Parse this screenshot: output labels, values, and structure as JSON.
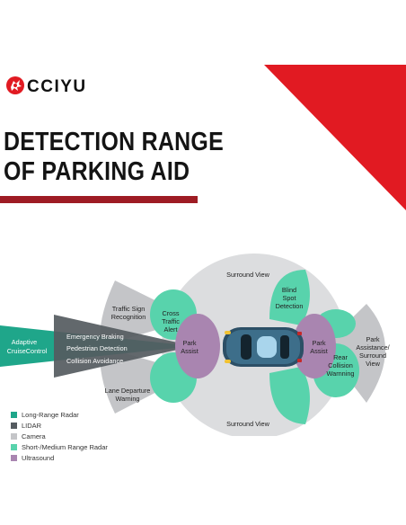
{
  "brand": {
    "name": "CCIYU"
  },
  "title": {
    "line1": "DETECTION RANGE",
    "line2": "OF PARKING AID"
  },
  "colors": {
    "brand_red": "#e11a22",
    "underline": "#9e1c24",
    "long_range_radar": "#1fa68a",
    "lidar": "#555b60",
    "camera": "#c4c5c8",
    "short_medium_radar": "#58d3ac",
    "ultrasound": "#a985b0"
  },
  "zones": {
    "adaptive_cruise": [
      "Adaptive",
      "CruiseControl"
    ],
    "emergency_braking": "Emergency Braking",
    "pedestrian_detection": "Pedestrian Detection",
    "collision_avoidance": "Collision Avoidance",
    "traffic_sign": [
      "Traffic Sign",
      "Recognition"
    ],
    "cross_traffic": [
      "Cross",
      "Traffic",
      "Alert"
    ],
    "surround_top": "Surround View",
    "surround_bottom": "Surround View",
    "blind_spot": [
      "Blind",
      "Spot",
      "Detection"
    ],
    "park_front": [
      "Park",
      "Assist"
    ],
    "park_rear": [
      "Park",
      "Assist"
    ],
    "rear_collision": [
      "Rear",
      "Collision",
      "Warnning"
    ],
    "park_surround": [
      "Park",
      "Assistance/",
      "Surround",
      "View"
    ],
    "lane_departure": [
      "Lane Departure",
      "Warning"
    ]
  },
  "legend": [
    {
      "label": "Long-Range Radar",
      "color": "#1fa68a"
    },
    {
      "label": "LIDAR",
      "color": "#555b60"
    },
    {
      "label": "Camera",
      "color": "#c4c5c8"
    },
    {
      "label": "Short-/Medium Range Radar",
      "color": "#58d3ac"
    },
    {
      "label": "Ultrasound",
      "color": "#a985b0"
    }
  ]
}
